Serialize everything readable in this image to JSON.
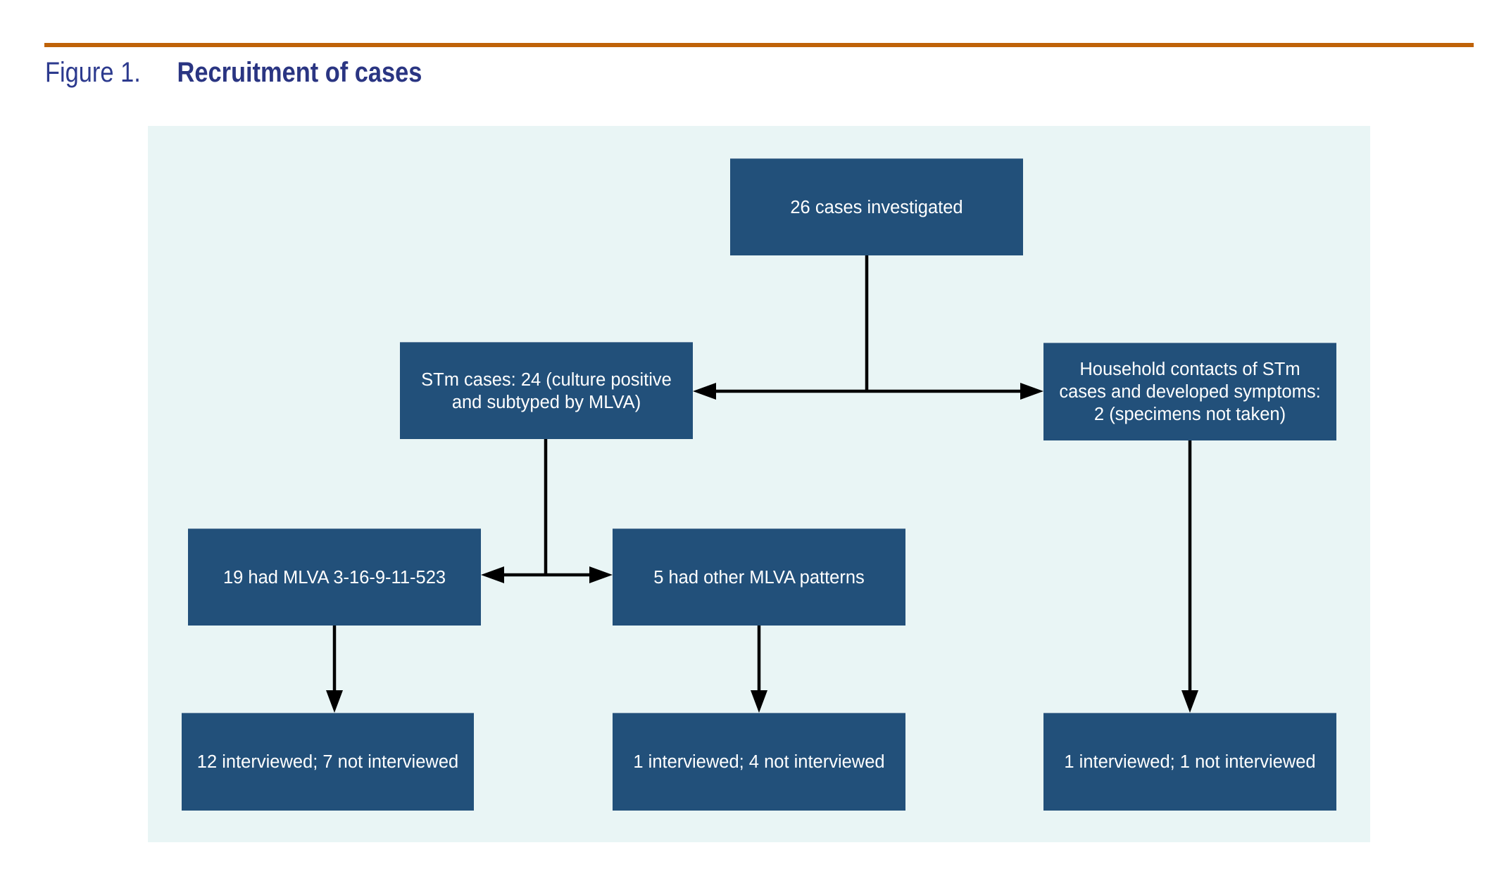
{
  "figure": {
    "number_label": "Figure 1.",
    "title": "Recruitment of cases"
  },
  "colors": {
    "rule": "#bf6208",
    "title": "#2c3a8e",
    "panel_background": "#e9f5f5",
    "box_fill": "#22507a",
    "box_text": "#ffffff",
    "connector": "#000000"
  },
  "flowchart": {
    "nodes": {
      "investigated": {
        "lines": [
          "26 cases investigated"
        ]
      },
      "stm_cases": {
        "lines": [
          "STm cases: 24 (culture positive",
          "and subtyped by MLVA)"
        ]
      },
      "household_contacts": {
        "lines": [
          "Household contacts of STm",
          "cases and developed symptoms:",
          "2 (specimens not taken)"
        ]
      },
      "mlva_main": {
        "lines": [
          "19 had MLVA 3-16-9-11-523"
        ]
      },
      "mlva_other": {
        "lines": [
          "5 had other MLVA patterns"
        ]
      },
      "interview_main": {
        "lines": [
          "12 interviewed; 7 not interviewed"
        ]
      },
      "interview_other": {
        "lines": [
          "1 interviewed; 4 not interviewed"
        ]
      },
      "interview_household": {
        "lines": [
          "1 interviewed; 1 not interviewed"
        ]
      }
    },
    "edges": [
      {
        "from": "investigated",
        "to": "stm_cases"
      },
      {
        "from": "investigated",
        "to": "household_contacts"
      },
      {
        "from": "stm_cases",
        "to": "mlva_main"
      },
      {
        "from": "stm_cases",
        "to": "mlva_other"
      },
      {
        "from": "mlva_main",
        "to": "interview_main"
      },
      {
        "from": "mlva_other",
        "to": "interview_other"
      },
      {
        "from": "household_contacts",
        "to": "interview_household"
      }
    ]
  }
}
